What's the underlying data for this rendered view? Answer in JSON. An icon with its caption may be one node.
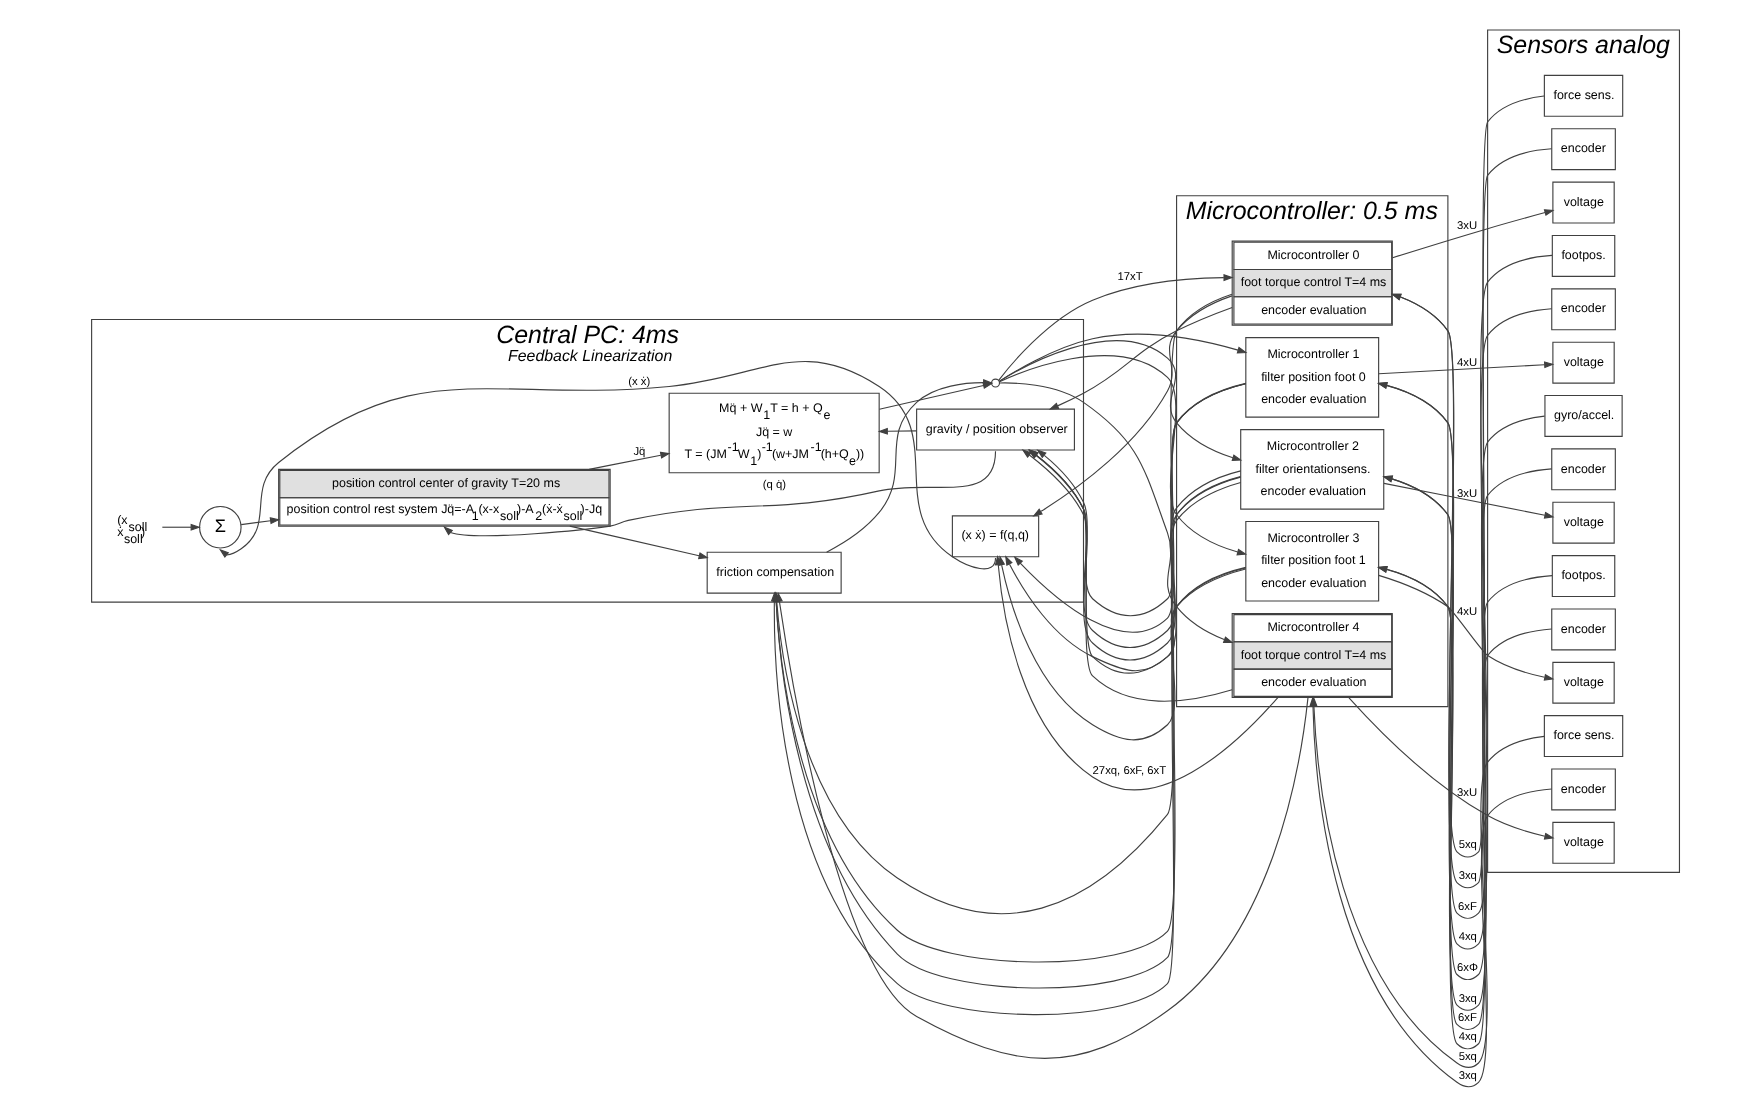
{
  "diagram": {
    "nodes": [
      {
        "text": [
          "Central PC: 4ms",
          "Feedback Linearization"
        ]
      },
      {
        "text": [
          "Microcontroller: 0.5 ms"
        ]
      },
      {
        "text": [
          "Sensors analog"
        ]
      },
      {
        "text": [
          "(x$_{soll}$ ẋ$_{soll}$)"
        ],
        "in": 0
      },
      {
        "text": [
          "Σ"
        ],
        "in": 0
      },
      {
        "text": [
          "position control center of gravity T=20 ms",
          "position control rest system Jq̈=-A$_{1}$(x-x$_{soll}$)-A$_{2}$(ẋ-ẋ$_{soll}$)-Jq̇"
        ],
        "in": 0
      },
      {
        "text": [
          "friction compensation"
        ],
        "in": 0
      },
      {
        "text": [
          "Mq̈ + W$_{1}$T = h + Q$_{e}$",
          "Jq̈ = w",
          "T = (JM$^{-1}$W$_{1}$)$^{-1}$(w+JM$^{-1}$(h+Q$_{e}$))"
        ],
        "in": 0
      },
      {
        "text": [],
        "shape": "circle",
        "in": 0
      },
      {
        "text": [
          "gravity / position observer"
        ],
        "in": 0
      },
      {
        "text": [
          "(x ẋ) = f(q,q̇)"
        ],
        "in": 0
      },
      {
        "text": [
          "Microcontroller 0",
          "foot torque control T=4 ms",
          "encoder evaluation"
        ],
        "in": 1
      },
      {
        "text": [
          "Microcontroller 1",
          "filter position foot 0",
          "encoder evaluation"
        ],
        "in": 1
      },
      {
        "text": [
          "Microcontroller 2",
          "filter orientationsens.",
          "encoder evaluation"
        ],
        "in": 1
      },
      {
        "text": [
          "Microcontroller 3",
          "filter position foot 1",
          "encoder evaluation"
        ],
        "in": 1
      },
      {
        "text": [
          "Microcontroller 4",
          "foot torque control T=4 ms",
          "encoder evaluation"
        ],
        "in": 1
      },
      {
        "text": [
          "voltage"
        ],
        "in": 2
      },
      {
        "text": [
          "force sens."
        ],
        "in": 2
      },
      {
        "text": [
          "encoder"
        ],
        "in": 2
      },
      {
        "text": [
          "voltage"
        ],
        "in": 2
      },
      {
        "text": [
          "footpos."
        ],
        "in": 2
      },
      {
        "text": [
          "encoder"
        ],
        "in": 2
      },
      {
        "text": [
          "voltage"
        ],
        "in": 2
      },
      {
        "text": [
          "gyro/accel."
        ],
        "in": 2
      },
      {
        "text": [
          "encoder"
        ],
        "in": 2
      },
      {
        "text": [
          "voltage"
        ],
        "in": 2
      },
      {
        "text": [
          "footpos."
        ],
        "in": 2
      },
      {
        "text": [
          "encoder"
        ],
        "in": 2
      },
      {
        "text": [
          "voltage"
        ],
        "in": 2
      },
      {
        "text": [
          "force sens."
        ],
        "in": 2
      },
      {
        "text": [
          "encoder"
        ],
        "in": 2
      }
    ],
    "edges": [
      {
        "from": 3,
        "to": 4,
        "arrow": "to"
      },
      {
        "from": 4,
        "to": 5,
        "arrow": "to"
      },
      {
        "from": 5,
        "to": 7,
        "arrow": "to",
        "label": "Jq̈"
      },
      {
        "from": 5,
        "to": 6,
        "arrow": "to"
      },
      {
        "from": 6,
        "to": 8,
        "arrow": "to"
      },
      {
        "from": 7,
        "to": 8,
        "arrow": "to"
      },
      {
        "from": 8,
        "to": 11,
        "arrow": "to",
        "label": "17xT"
      },
      {
        "from": 8,
        "to": 12,
        "arrow": "to"
      },
      {
        "from": 8,
        "to": 13,
        "arrow": "to"
      },
      {
        "from": 8,
        "to": 14,
        "arrow": "to"
      },
      {
        "from": 8,
        "to": 15,
        "arrow": "to"
      },
      {
        "from": 11,
        "to": 6,
        "arrow": "to"
      },
      {
        "from": 12,
        "to": 6,
        "arrow": "to"
      },
      {
        "from": 13,
        "to": 6,
        "arrow": "to"
      },
      {
        "from": 14,
        "to": 6,
        "arrow": "to"
      },
      {
        "from": 15,
        "to": 6,
        "arrow": "to"
      },
      {
        "from": 11,
        "to": 9,
        "arrow": "to"
      },
      {
        "from": 12,
        "to": 9,
        "arrow": "to"
      },
      {
        "from": 13,
        "to": 9,
        "arrow": "to"
      },
      {
        "from": 14,
        "to": 9,
        "arrow": "to"
      },
      {
        "from": 15,
        "to": 9,
        "arrow": "to"
      },
      {
        "from": 11,
        "to": 10,
        "arrow": "to"
      },
      {
        "from": 12,
        "to": 10,
        "arrow": "to"
      },
      {
        "from": 13,
        "to": 10,
        "arrow": "to"
      },
      {
        "from": 14,
        "to": 10,
        "arrow": "to"
      },
      {
        "from": 15,
        "to": 10,
        "arrow": "to",
        "label": "27xq, 6xF, 6xT"
      },
      {
        "from": 13,
        "to": 9,
        "arrow": "to"
      },
      {
        "from": 9,
        "to": 7,
        "arrow": "to"
      },
      {
        "from": 9,
        "to": 5,
        "arrow": "to",
        "label": "(q q̇)"
      },
      {
        "from": 10,
        "to": 4,
        "arrow": "to",
        "label": "(x ẋ)"
      },
      {
        "from": 11,
        "to": 16,
        "arrow": "to",
        "label": "3xU"
      },
      {
        "from": 17,
        "to": 11,
        "arrow": "to",
        "label": "5xq"
      },
      {
        "from": 18,
        "to": 11,
        "arrow": "to",
        "label": "3xq"
      },
      {
        "from": 12,
        "to": 19,
        "arrow": "to",
        "label": "4xU"
      },
      {
        "from": 20,
        "to": 12,
        "arrow": "to",
        "label": "6xF"
      },
      {
        "from": 21,
        "to": 12,
        "arrow": "to",
        "label": "4xq"
      },
      {
        "from": 13,
        "to": 22,
        "arrow": "to",
        "label": "3xU"
      },
      {
        "from": 23,
        "to": 13,
        "arrow": "to",
        "label": "6xΦ"
      },
      {
        "from": 24,
        "to": 13,
        "arrow": "to",
        "label": "3xq"
      },
      {
        "from": 14,
        "to": 25,
        "arrow": "to",
        "label": "4xU"
      },
      {
        "from": 26,
        "to": 14,
        "arrow": "to",
        "label": "6xF"
      },
      {
        "from": 27,
        "to": 14,
        "arrow": "to",
        "label": "4xq"
      },
      {
        "from": 15,
        "to": 28,
        "arrow": "to",
        "label": "3xU"
      },
      {
        "from": 29,
        "to": 15,
        "arrow": "to",
        "label": "5xq"
      },
      {
        "from": 30,
        "to": 15,
        "arrow": "to",
        "label": "3xq"
      }
    ]
  }
}
